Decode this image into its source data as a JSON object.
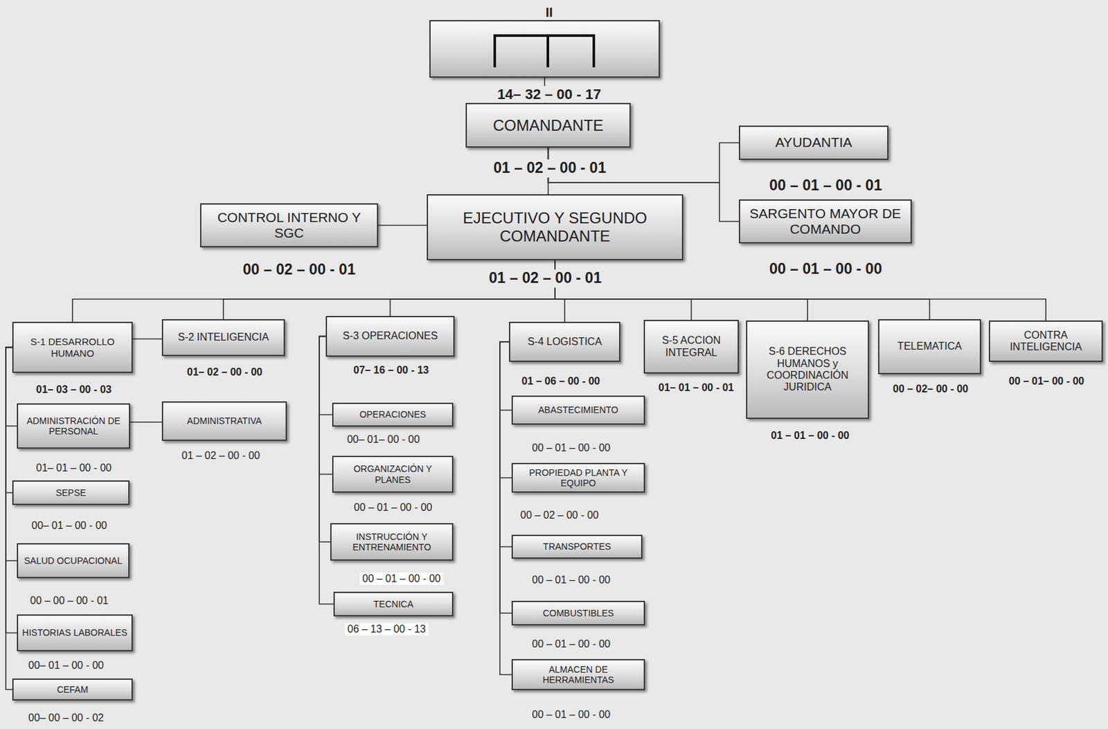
{
  "diagram": {
    "nodes": [
      {
        "text": [
          "II",
          "14– 32 – 00 - 17"
        ]
      },
      {
        "text": [
          "COMANDANTE",
          "01 – 02 – 00 - 01"
        ]
      },
      {
        "text": [
          "AYUDANTIA",
          "00 – 01 – 00 - 01"
        ]
      },
      {
        "text": [
          "CONTROL INTERNO Y SGC",
          "00 – 02 – 00 - 01"
        ]
      },
      {
        "text": [
          "EJECUTIVO Y SEGUNDO COMANDANTE",
          "01 – 02 – 00 - 01"
        ]
      },
      {
        "text": [
          "SARGENTO MAYOR DE COMANDO",
          "00 – 01 – 00 - 00"
        ]
      },
      {
        "text": [
          "S-1 DESARROLLO HUMANO",
          "01– 03 – 00 - 03"
        ]
      },
      {
        "text": [
          "S-2 INTELIGENCIA",
          "01– 02 – 00 - 00"
        ]
      },
      {
        "text": [
          "S-3 OPERACIONES",
          "07– 16 – 00 - 13"
        ]
      },
      {
        "text": [
          "S-4 LOGISTICA",
          "01 – 06 – 00 - 00"
        ]
      },
      {
        "text": [
          "S-5 ACCION INTEGRAL",
          "01– 01 – 00 - 01"
        ]
      },
      {
        "text": [
          "S-6 DERECHOS HUMANOS y COORDINACIÓN JURIDICA",
          "01 – 01 – 00 - 00"
        ]
      },
      {
        "text": [
          "TELEMATICA",
          "00 – 02– 00 - 00"
        ]
      },
      {
        "text": [
          "CONTRA INTELIGENCIA",
          "00 – 01– 00 - 00"
        ]
      },
      {
        "text": [
          "ADMINISTRACIÓN DE PERSONAL",
          "01– 01 – 00 - 00"
        ]
      },
      {
        "text": [
          "SEPSE",
          "00– 01 – 00 - 00"
        ]
      },
      {
        "text": [
          "SALUD OCUPACIONAL",
          "00 – 00 – 00 - 01"
        ]
      },
      {
        "text": [
          "HISTORIAS LABORALES",
          "00– 01 – 00 - 00"
        ]
      },
      {
        "text": [
          "CEFAM",
          "00– 00 – 00 - 02"
        ]
      },
      {
        "text": [
          "ADMINISTRATIVA",
          "01 – 02 – 00 - 00"
        ]
      },
      {
        "text": [
          "OPERACIONES",
          "00– 01– 00 - 00"
        ]
      },
      {
        "text": [
          "ORGANIZACIÓN Y PLANES",
          "00 – 01 – 00 - 00"
        ]
      },
      {
        "text": [
          "INSTRUCCIÓN Y ENTRENAMIENTO",
          "00 – 01 – 00 - 00"
        ]
      },
      {
        "text": [
          "TECNICA",
          "06 – 13 – 00 - 13"
        ]
      },
      {
        "text": [
          "ABASTECIMIENTO",
          "00 – 01 – 00 - 00"
        ]
      },
      {
        "text": [
          "PROPIEDAD PLANTA Y EQUIPO",
          "00 – 02 – 00 - 00"
        ]
      },
      {
        "text": [
          "TRANSPORTES",
          "00 – 01 – 00 - 00"
        ]
      },
      {
        "text": [
          "COMBUSTIBLES",
          "00 – 01 – 00 - 00"
        ]
      },
      {
        "text": [
          "ALMACEN DE HERRAMIENTAS",
          "00 – 01 – 00 - 00"
        ]
      }
    ],
    "edges": [
      {
        "from": 0,
        "to": 1,
        "arrow": "none"
      },
      {
        "from": 1,
        "to": 4,
        "arrow": "none"
      },
      {
        "from": 1,
        "to": 2,
        "arrow": "none"
      },
      {
        "from": 1,
        "to": 5,
        "arrow": "none"
      },
      {
        "from": 4,
        "to": 3,
        "arrow": "none"
      },
      {
        "from": 4,
        "to": 6,
        "arrow": "none"
      },
      {
        "from": 4,
        "to": 7,
        "arrow": "none"
      },
      {
        "from": 4,
        "to": 8,
        "arrow": "none"
      },
      {
        "from": 4,
        "to": 9,
        "arrow": "none"
      },
      {
        "from": 4,
        "to": 10,
        "arrow": "none"
      },
      {
        "from": 4,
        "to": 11,
        "arrow": "none"
      },
      {
        "from": 4,
        "to": 12,
        "arrow": "none"
      },
      {
        "from": 4,
        "to": 13,
        "arrow": "none"
      },
      {
        "from": 6,
        "to": 7,
        "arrow": "none"
      },
      {
        "from": 6,
        "to": 14,
        "arrow": "none"
      },
      {
        "from": 6,
        "to": 15,
        "arrow": "none"
      },
      {
        "from": 6,
        "to": 16,
        "arrow": "none"
      },
      {
        "from": 6,
        "to": 17,
        "arrow": "none"
      },
      {
        "from": 6,
        "to": 18,
        "arrow": "none"
      },
      {
        "from": 14,
        "to": 19,
        "arrow": "none"
      },
      {
        "from": 8,
        "to": 20,
        "arrow": "none"
      },
      {
        "from": 8,
        "to": 21,
        "arrow": "none"
      },
      {
        "from": 8,
        "to": 22,
        "arrow": "none"
      },
      {
        "from": 8,
        "to": 23,
        "arrow": "none"
      },
      {
        "from": 9,
        "to": 24,
        "arrow": "none"
      },
      {
        "from": 9,
        "to": 25,
        "arrow": "none"
      },
      {
        "from": 9,
        "to": 26,
        "arrow": "none"
      },
      {
        "from": 9,
        "to": 27,
        "arrow": "none"
      },
      {
        "from": 9,
        "to": 28,
        "arrow": "none"
      }
    ]
  }
}
